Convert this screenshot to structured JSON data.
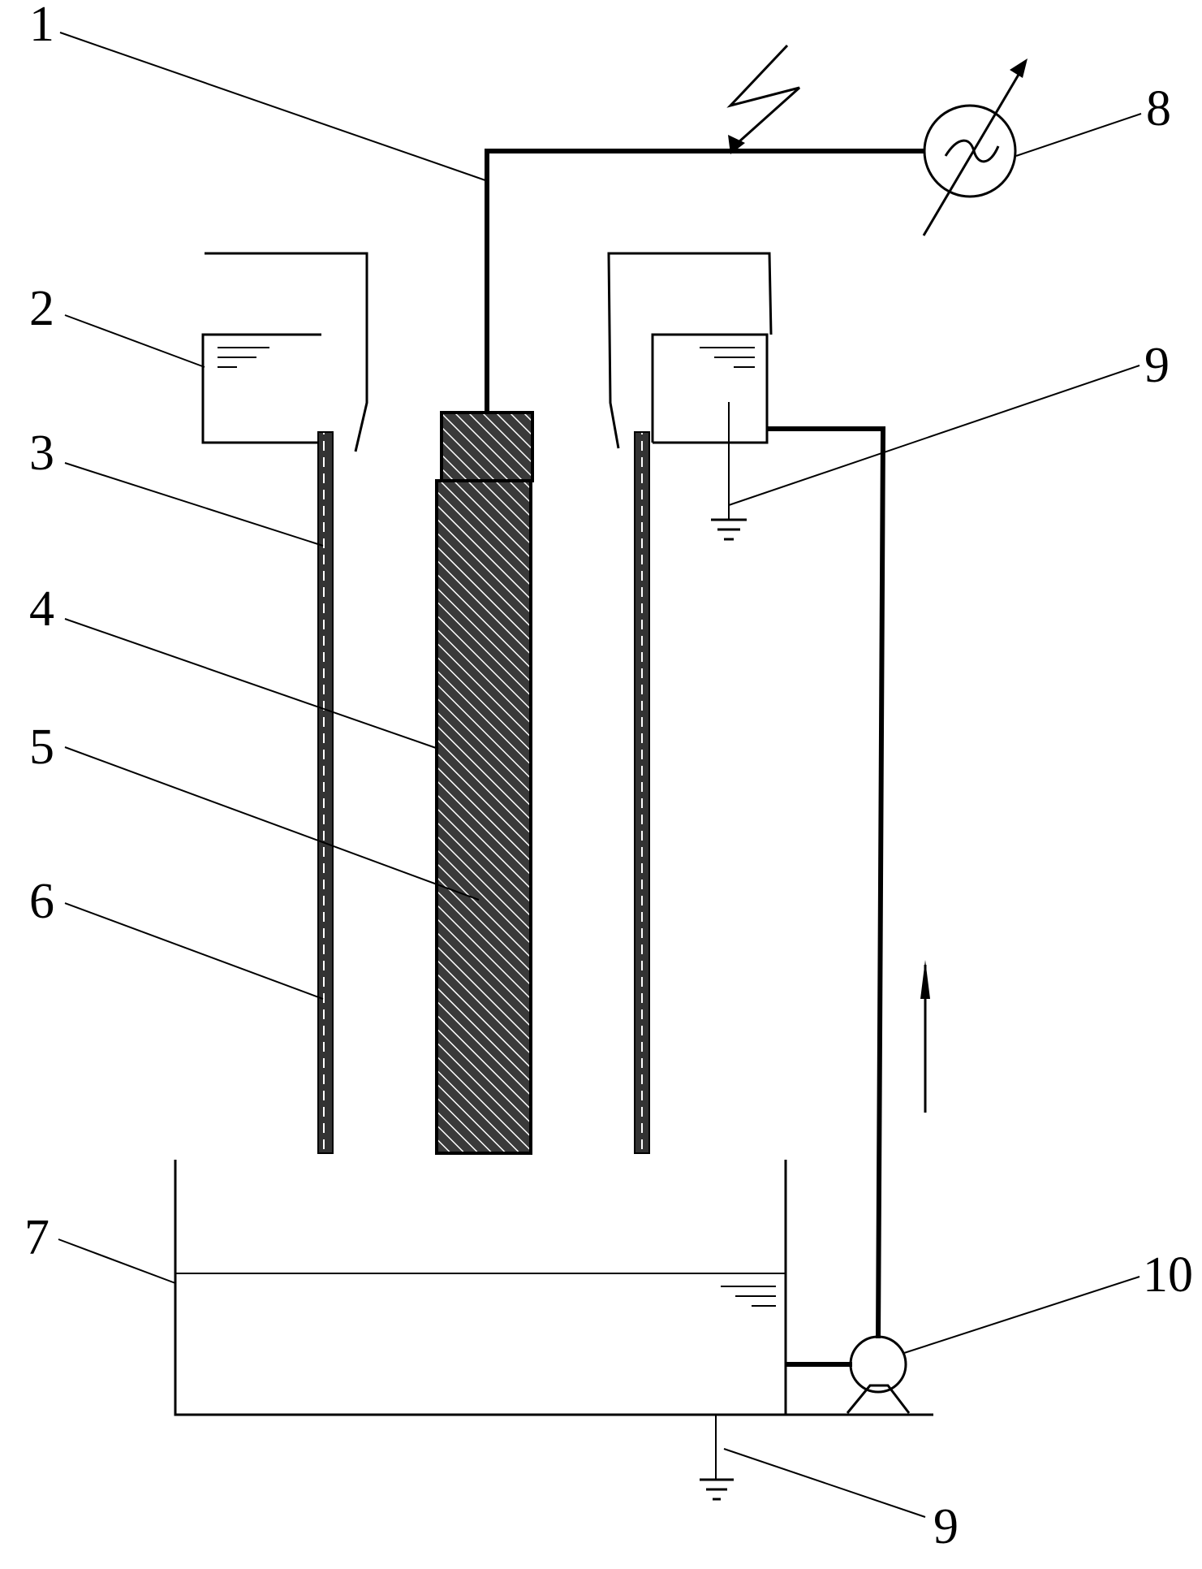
{
  "diagram": {
    "labels": {
      "l1": "1",
      "l2": "2",
      "l3": "3",
      "l4": "4",
      "l5": "5",
      "l6": "6",
      "l7": "7",
      "l8": "8",
      "l9a": "9",
      "l9b": "9",
      "l10": "10"
    },
    "colors": {
      "line": "#000000",
      "background": "#ffffff"
    }
  }
}
